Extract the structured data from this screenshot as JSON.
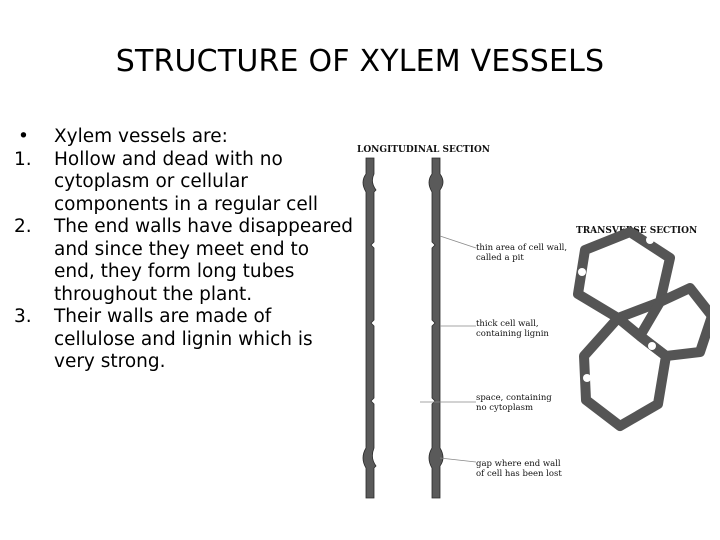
{
  "slide": {
    "title": "STRUCTURE OF XYLEM VESSELS",
    "intro_bullet": "•",
    "intro_text": "Xylem vessels are:",
    "items": [
      {
        "number": "1.",
        "text": "Hollow and dead with no cytoplasm or cellular components in a regular cell"
      },
      {
        "number": "2.",
        "text": "The end walls have disappeared and since they meet end to end, they form long tubes throughout the plant."
      },
      {
        "number": "3.",
        "text": "Their walls are made of cellulose and lignin which is very strong."
      }
    ]
  },
  "diagram": {
    "longitudinal_header": "LONGITUDINAL SECTION",
    "transverse_header": "TRANSVERSE SECTION",
    "labels": [
      {
        "line1": "thin area of cell wall,",
        "line2": "called a pit"
      },
      {
        "line1": "thick cell wall,",
        "line2": "containing lignin"
      },
      {
        "line1": "space, containing",
        "line2": "no cytoplasm"
      },
      {
        "line1": "gap where end wall",
        "line2": "of cell has been lost"
      }
    ],
    "wall_color": "#555555",
    "leader_color": "#888888"
  }
}
